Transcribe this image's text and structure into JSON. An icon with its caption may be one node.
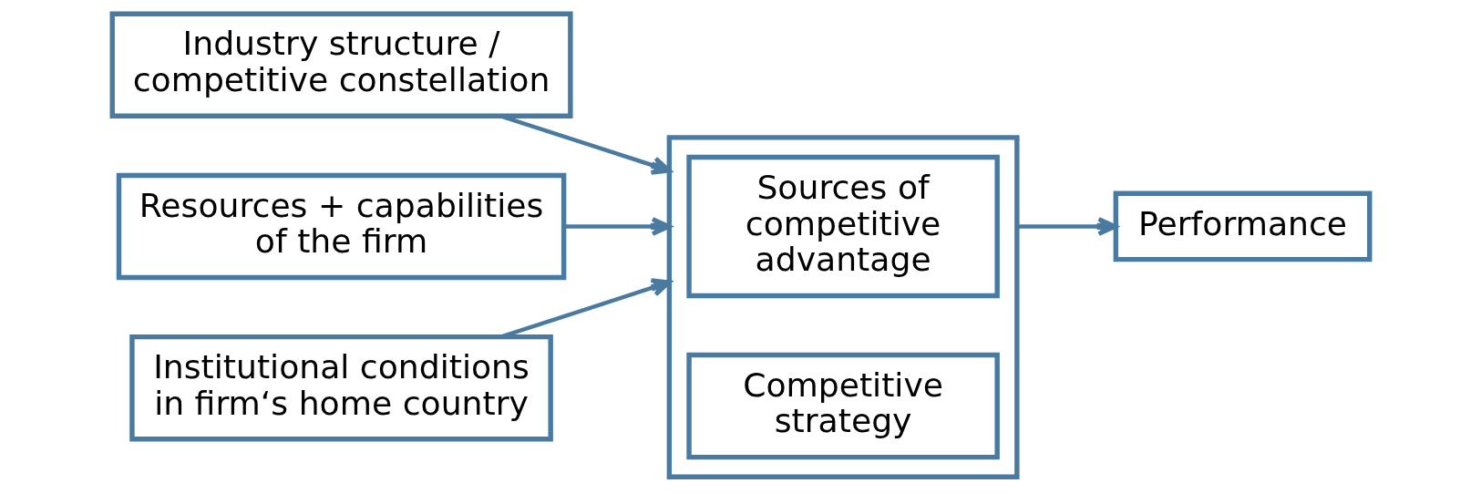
{
  "diagram": {
    "nodes": [
      {
        "text": [
          "Industry structure / competitive constellation"
        ]
      },
      {
        "text": [
          "Resources + capabilities of the firm"
        ]
      },
      {
        "text": [
          "Institutional conditions in firm‘s home country"
        ]
      },
      {
        "text": [],
        "shape": "box"
      },
      {
        "text": [
          "Sources of competitive advantage"
        ],
        "in": 3
      },
      {
        "text": [
          "Competitive strategy"
        ],
        "in": 3
      },
      {
        "text": [
          "Performance"
        ]
      }
    ],
    "edges": [
      {
        "from": 0,
        "to": 3,
        "arrow": "to"
      },
      {
        "from": 1,
        "to": 3,
        "arrow": "to"
      },
      {
        "from": 2,
        "to": 3,
        "arrow": "to"
      },
      {
        "from": 3,
        "to": 6,
        "arrow": "to"
      }
    ]
  }
}
